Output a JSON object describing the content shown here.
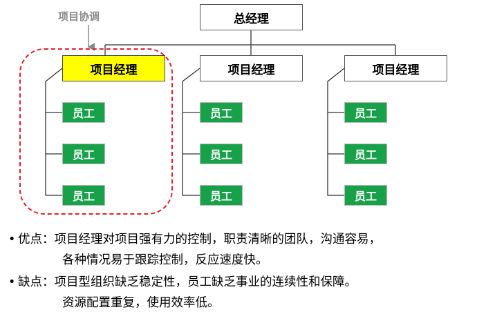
{
  "coordination_label": "项目协调",
  "general_manager": "总经理",
  "project_managers": [
    {
      "label": "项目经理",
      "highlighted": true
    },
    {
      "label": "项目经理",
      "highlighted": false
    },
    {
      "label": "项目经理",
      "highlighted": false
    }
  ],
  "employee_label": "员工",
  "colors": {
    "highlight": "#ffff00",
    "employee": "#17a24a",
    "dashed_border": "#e0202a",
    "label_gray": "#8a8a8a"
  },
  "notes": {
    "advantages_label": "优点：",
    "advantages_line1": "项目经理对项目强有力的控制，职责清晰的团队，沟通容易，",
    "advantages_line2": "各种情况易于跟踪控制，反应速度快。",
    "disadvantages_label": "缺点：",
    "disadvantages_line1": "项目型组织缺乏稳定性，员工缺乏事业的连续性和保障。",
    "disadvantages_line2": "资源配置重复，使用效率低。"
  }
}
